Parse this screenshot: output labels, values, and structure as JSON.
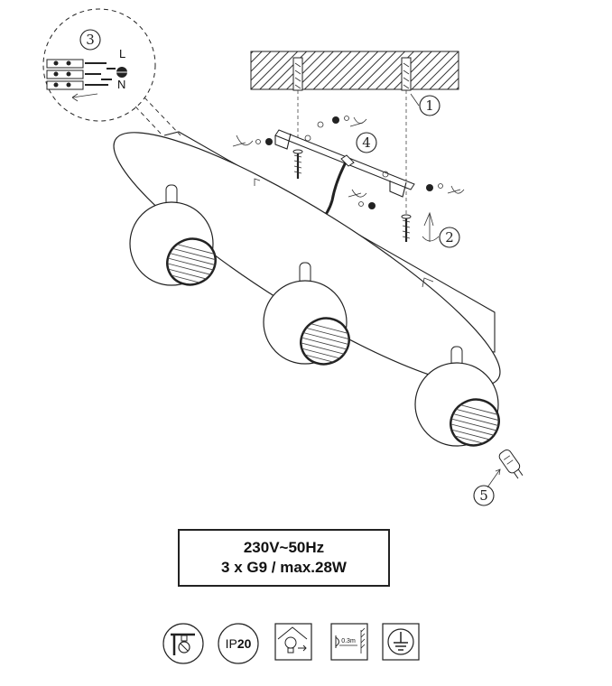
{
  "steps": [
    "1",
    "2",
    "3",
    "4",
    "5"
  ],
  "wiring": {
    "live": "L",
    "neutral": "N"
  },
  "specs": {
    "voltage": "230V~50Hz",
    "bulbs": "3 x G9 / max.28W"
  },
  "symbols": [
    {
      "name": "class-ii-luminaire-icon"
    },
    {
      "name": "ip-rating-icon",
      "label_prefix": "IP",
      "label_number": "20"
    },
    {
      "name": "bulb-replacement-icon"
    },
    {
      "name": "minimum-distance-icon",
      "distance": "0.3m"
    },
    {
      "name": "earth-ground-icon"
    }
  ]
}
